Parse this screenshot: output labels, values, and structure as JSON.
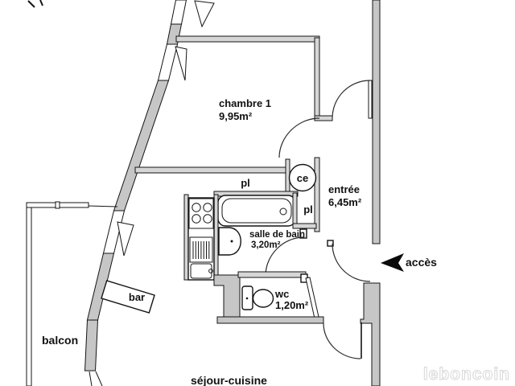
{
  "plan": {
    "rooms": {
      "chambre": {
        "name": "chambre 1",
        "area": "9,95m²"
      },
      "entree": {
        "name": "entrée",
        "area": "6,45m²"
      },
      "salle_de_bain": {
        "name": "salle de bain",
        "area": "3,20m²"
      },
      "wc": {
        "name": "wc",
        "area": "1,20m²"
      },
      "sejour": {
        "name": "séjour-cuisine"
      },
      "balcon": {
        "name": "balcon"
      }
    },
    "fixtures": {
      "bar": "bar",
      "placard_top": "pl",
      "placard_right": "pl",
      "chauffe_eau": "ce"
    },
    "access": {
      "label": "accès"
    },
    "watermark": "leboncoin",
    "colors": {
      "background": "#ffffff",
      "wall_fill": "#c6c6c6",
      "thin_wall_fill": "#d6d6d6",
      "line": "#141414",
      "watermark_fill": "#ffffff",
      "watermark_outline": "#d7d7d7"
    }
  }
}
